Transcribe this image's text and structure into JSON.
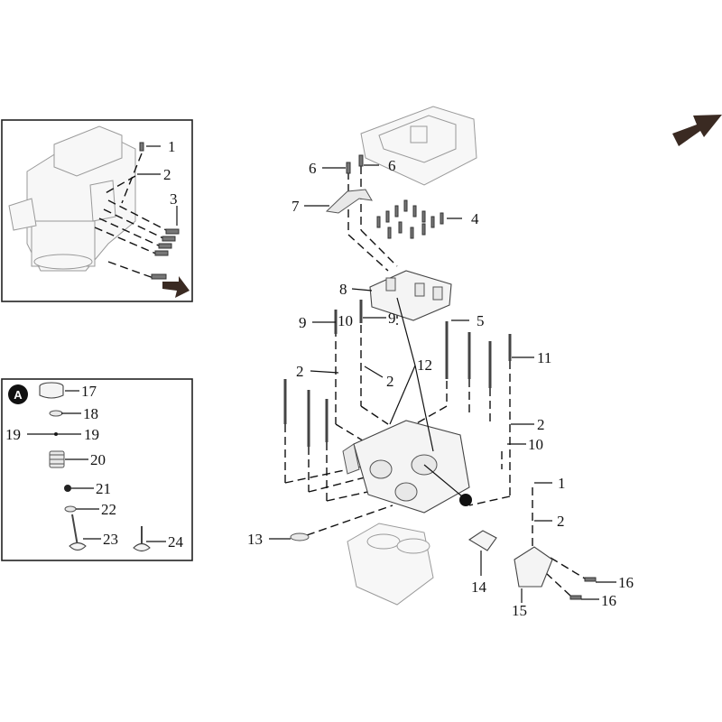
{
  "diagram": {
    "callouts": [
      {
        "id": "1a",
        "text": "1"
      },
      {
        "id": "2a",
        "text": "2"
      },
      {
        "id": "3",
        "text": "3"
      },
      {
        "id": "17",
        "text": "17"
      },
      {
        "id": "18",
        "text": "18"
      },
      {
        "id": "19a",
        "text": "19"
      },
      {
        "id": "19b",
        "text": "19"
      },
      {
        "id": "20",
        "text": "20"
      },
      {
        "id": "21",
        "text": "21"
      },
      {
        "id": "22",
        "text": "22"
      },
      {
        "id": "23",
        "text": "23"
      },
      {
        "id": "24",
        "text": "24"
      },
      {
        "id": "6a",
        "text": "6"
      },
      {
        "id": "6b",
        "text": "6"
      },
      {
        "id": "7",
        "text": "7"
      },
      {
        "id": "4",
        "text": "4"
      },
      {
        "id": "8",
        "text": "8"
      },
      {
        "id": "9a",
        "text": "9"
      },
      {
        "id": "10a",
        "text": "10"
      },
      {
        "id": "9b",
        "text": "9"
      },
      {
        "id": "5",
        "text": "5"
      },
      {
        "id": "11",
        "text": "11"
      },
      {
        "id": "12",
        "text": "12"
      },
      {
        "id": "2b",
        "text": "2"
      },
      {
        "id": "2c",
        "text": "2"
      },
      {
        "id": "2d",
        "text": "2"
      },
      {
        "id": "10b",
        "text": "10"
      },
      {
        "id": "1b",
        "text": "1"
      },
      {
        "id": "2e",
        "text": "2"
      },
      {
        "id": "13",
        "text": "13"
      },
      {
        "id": "14",
        "text": "14"
      },
      {
        "id": "15",
        "text": "15"
      },
      {
        "id": "16a",
        "text": "16"
      },
      {
        "id": "16b",
        "text": "16"
      }
    ],
    "badge_label": "A"
  }
}
